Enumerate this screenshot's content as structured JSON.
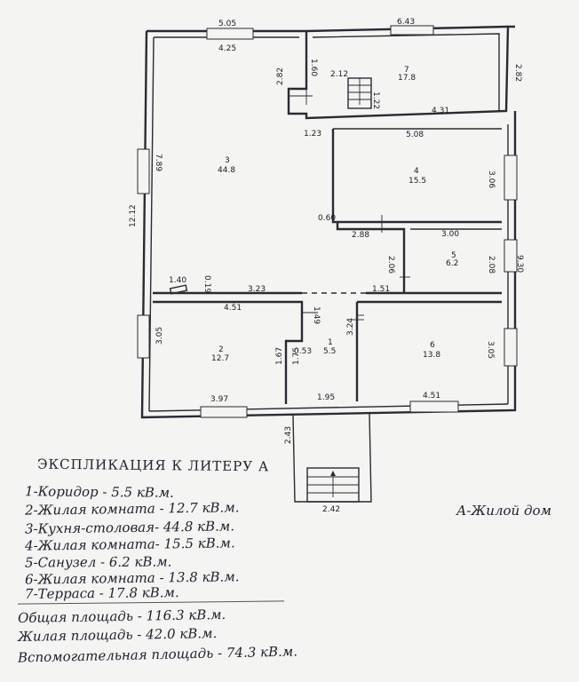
{
  "plan": {
    "dimensions": [
      "5.05",
      "6.43",
      "4.25",
      "1.60",
      "2.12",
      "2.82",
      "1.22",
      "4.31",
      "2.82",
      "7.89",
      "1.23",
      "5.08",
      "3.06",
      "12.12",
      "0.60",
      "2.88",
      "3.00",
      "2.06",
      "2.08",
      "9.30",
      "1.40",
      "0.19",
      "3.23",
      "1.51",
      "4.51",
      "1.49",
      "3.05",
      "0.53",
      "3.24",
      "3.05",
      "1.67",
      "1.75",
      "3.97",
      "1.95",
      "4.51",
      "2.43",
      "2.42"
    ],
    "rooms": [
      {
        "number": "7",
        "area": "17.8"
      },
      {
        "number": "3",
        "area": "44.8"
      },
      {
        "number": "4",
        "area": "15.5"
      },
      {
        "number": "5",
        "area": "6.2"
      },
      {
        "number": "2",
        "area": "12.7"
      },
      {
        "number": "1",
        "area": "5.5"
      },
      {
        "number": "6",
        "area": "13.8"
      }
    ]
  },
  "legend": {
    "title": "ЭКСПЛИКАЦИЯ К ЛИТЕРУ А",
    "items": [
      "1-Коридор  - 5.5 кВ.м.",
      "2-Жилая комната  - 12.7 кВ.м.",
      "3-Кухня-столовая-  44.8 кВ.м.",
      "4-Жилая комната-  15.5 кВ.м.",
      "5-Санузел   - 6.2 кВ.м.",
      "6-Жилая комната  - 13.8 кВ.м.",
      "7-Терраса  - 17.8 кВ.м."
    ],
    "totals": [
      "Общая площадь  - 116.3 кВ.м.",
      "Жилая площадь  - 42.0 кВ.м.",
      "Вспомогательная площадь  - 74.3 кВ.м."
    ]
  },
  "house_label": "А-Жилой дом"
}
